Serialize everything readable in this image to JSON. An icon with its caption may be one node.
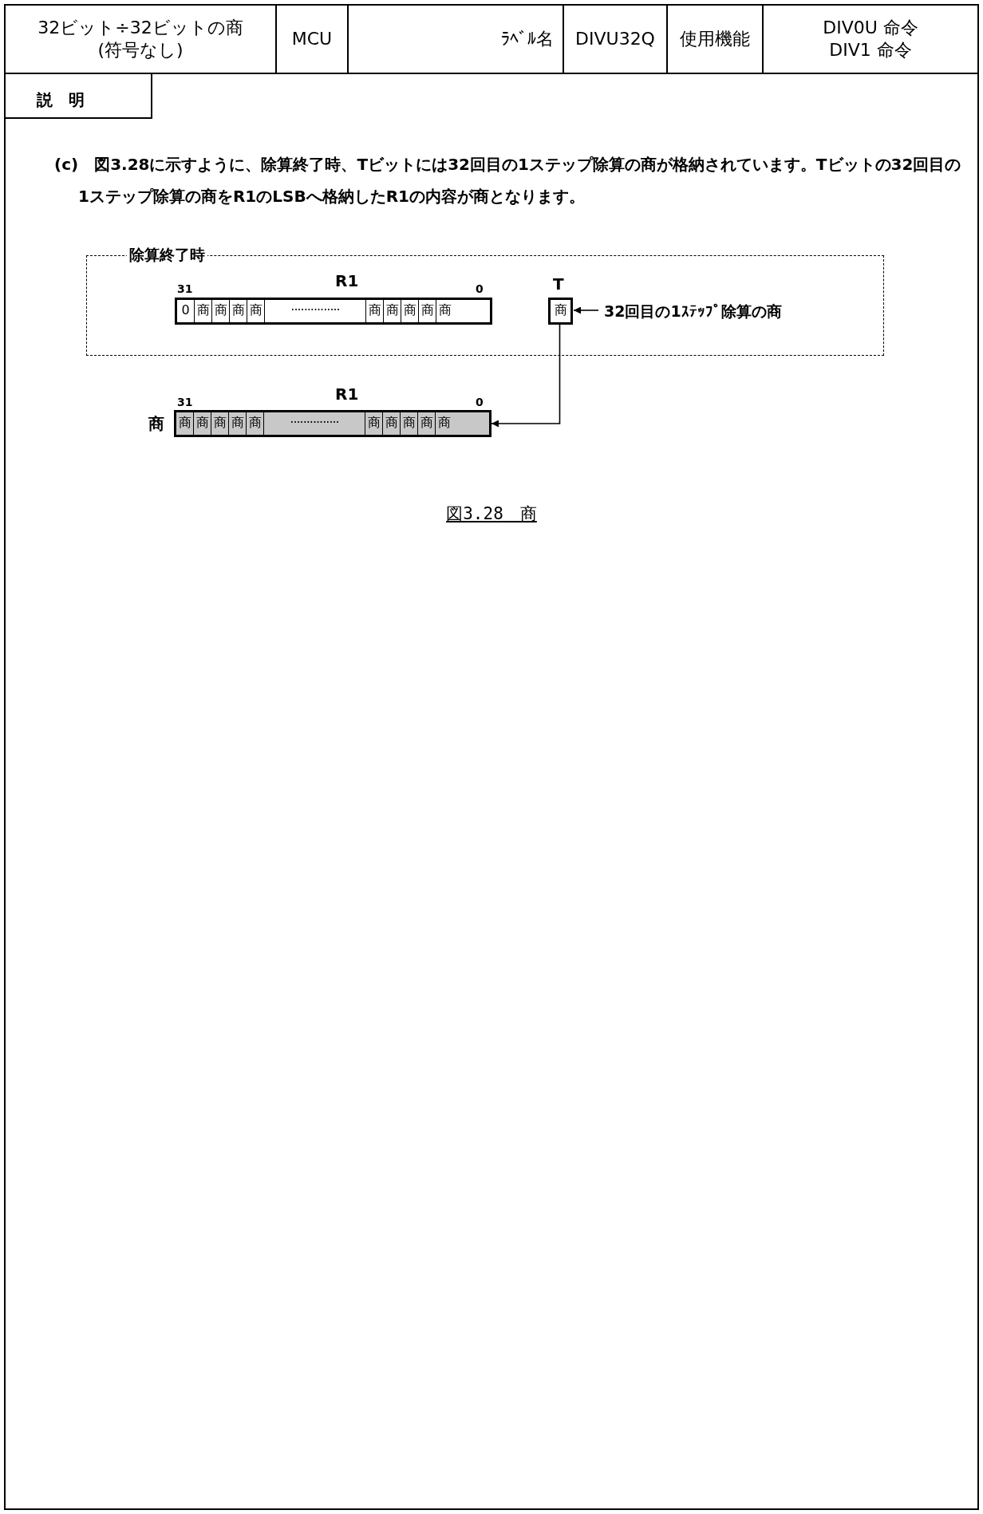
{
  "diagram": {
    "caption": "図3.28　商",
    "nodes": [
      {
        "text": [
          "除算終了時"
        ]
      },
      {
        "text": [
          "0",
          "商",
          "商",
          "商",
          "商",
          "···············",
          "商",
          "商",
          "商",
          "商",
          "商"
        ],
        "beside": [
          "R1",
          "31",
          "0"
        ],
        "in": 0
      },
      {
        "text": [
          "商"
        ],
        "beside": [
          "T"
        ],
        "in": 0
      },
      {
        "text": [
          "32回目の1ｽﾃｯﾌﾟ除算の商"
        ],
        "in": 0
      },
      {
        "text": [
          "商",
          "商",
          "商",
          "商",
          "商",
          "···············",
          "商",
          "商",
          "商",
          "商",
          "商"
        ],
        "beside": [
          "商",
          "R1",
          "31",
          "0"
        ]
      }
    ],
    "edges": [
      {
        "from": 3,
        "to": 2,
        "arrow": "to"
      },
      {
        "from": 2,
        "to": 4,
        "arrow": "to"
      }
    ],
    "labels": [
      "32ビット÷32ビットの商",
      "(符号なし)",
      "MCU",
      "ﾗﾍﾞﾙ名",
      "DIVU32Q",
      "使用機能",
      "DIV0U 命令",
      "DIV1 命令",
      "説　明",
      "(c)　図3.28に示すように、除算終了時、Tビットには32回目の1ステップ除算の商が格納されています。Tビットの32回目の1ステップ除算の商をR1のLSBへ格納したR1の内容が商となります。"
    ]
  }
}
